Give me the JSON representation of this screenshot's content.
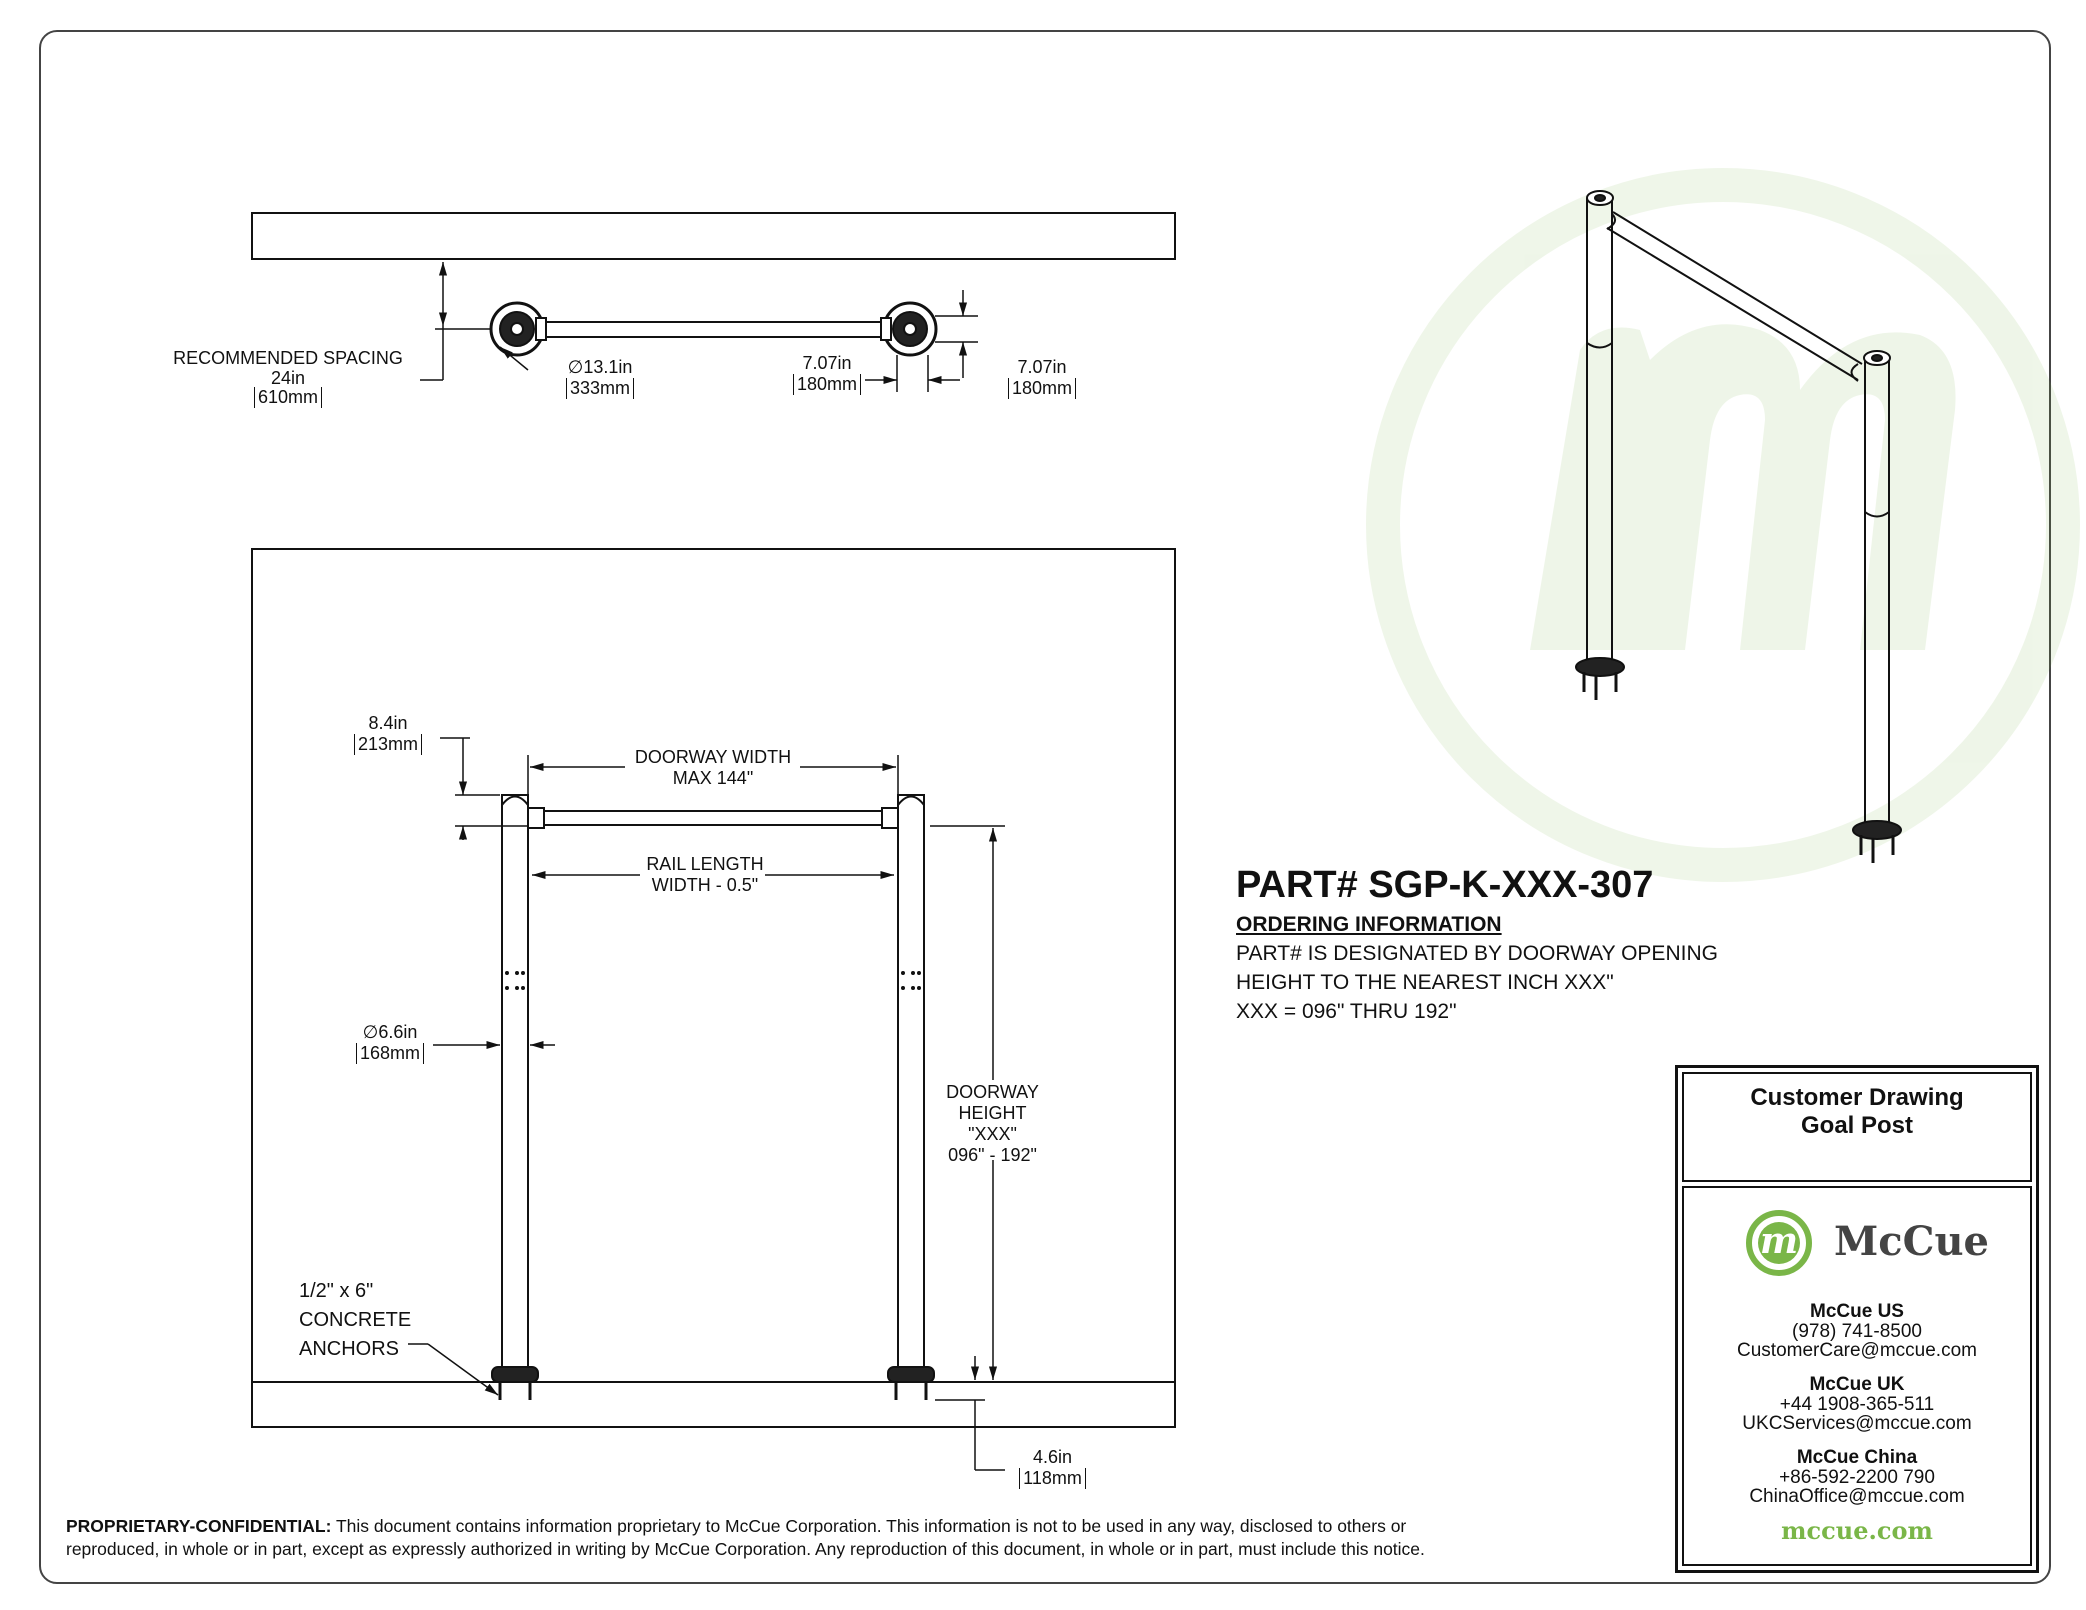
{
  "top_view": {
    "spacing_label": "RECOMMENDED SPACING",
    "spacing_in": "24in",
    "spacing_mm": "610mm",
    "base_dia_in": "13.1in",
    "base_dia_mm": "333mm",
    "offset_a_in": "7.07in",
    "offset_a_mm": "180mm",
    "offset_b_in": "7.07in",
    "offset_b_mm": "180mm"
  },
  "front_view": {
    "rail_offset_in": "8.4in",
    "rail_offset_mm": "213mm",
    "doorway_width_l1": "DOORWAY WIDTH",
    "doorway_width_l2": "MAX 144\"",
    "rail_length_l1": "RAIL LENGTH",
    "rail_length_l2": "WIDTH - 0.5\"",
    "post_dia_in": "6.6in",
    "post_dia_mm": "168mm",
    "doorway_height_l1": "DOORWAY",
    "doorway_height_l2": "HEIGHT",
    "doorway_height_l3": "\"XXX\"",
    "doorway_height_l4": "096\" - 192\"",
    "anchors_l1": "1/2\" x 6\"",
    "anchors_l2": "CONCRETE",
    "anchors_l3": "ANCHORS",
    "base_h_in": "4.6in",
    "base_h_mm": "118mm"
  },
  "part": {
    "number": "PART# SGP-K-XXX-307",
    "ordering_heading": "ORDERING INFORMATION",
    "line1": "PART# IS DESIGNATED BY DOORWAY OPENING",
    "line2": "HEIGHT TO THE NEAREST INCH  XXX\"",
    "line3": "XXX = 096\" THRU 192\""
  },
  "title_block": {
    "title": "Customer Drawing",
    "subtitle": "Goal Post",
    "brand": "McCue",
    "logo_letter": "m",
    "offices": [
      {
        "name": "McCue US",
        "phone": "(978) 741-8500",
        "email": "CustomerCare@mccue.com"
      },
      {
        "name": "McCue UK",
        "phone": "+44 1908-365-511",
        "email": "UKCServices@mccue.com"
      },
      {
        "name": "McCue China",
        "phone": "+86-592-2200 790",
        "email": "ChinaOffice@mccue.com"
      }
    ],
    "website": "mccue.com",
    "brand_color": "#7ab648"
  },
  "confidential": {
    "label": "PROPRIETARY-CONFIDENTIAL:",
    "line1": " This document contains information proprietary to McCue Corporation. This information is not to be used in any way, disclosed to others or",
    "line2": "reproduced, in whole or in part, except as expressly authorized in writing by McCue Corporation. Any reproduction of this document, in whole or in part, must include this notice."
  }
}
